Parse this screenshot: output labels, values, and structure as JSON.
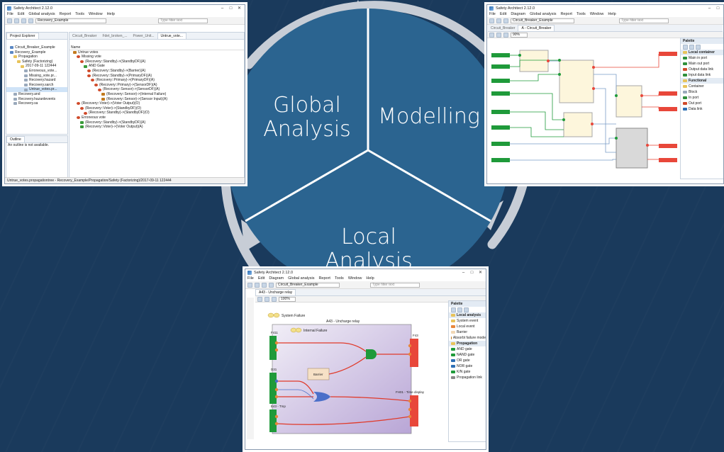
{
  "cycle": {
    "labels": {
      "global": [
        "Global",
        "Analysis"
      ],
      "modelling": "Modelling",
      "local": "Local Analysis"
    },
    "colors": {
      "background": "#1a3a5c",
      "circle": "#2b6490",
      "arrows": "#c7cdd6",
      "dividers": "#ffffff"
    }
  },
  "win1": {
    "title": "Safety Architect 2.12.0",
    "menu": [
      "File",
      "Edit",
      "Global analysis",
      "Report",
      "Tools",
      "Window",
      "Help"
    ],
    "project_field": "Recovery_Example",
    "search_placeholder": "Type filter text",
    "left_tab": "Project Explorer",
    "editor_tabs": [
      "Circuit_Breaker",
      "Fdet_broken_...",
      "Power_Unit...",
      "Untrue_vote..."
    ],
    "explorer": [
      "Circuit_Breaker_Example",
      "Recovery_Example",
      "Propagation",
      "Safety (Factorizing)",
      "2017-09-11 122444",
      "Erroneous_vote...",
      "Missing_vote.pr...",
      "Recovery.hazard",
      "Recovery.sarch",
      "Untrue_votes.pr...",
      "Recovery.and",
      "Recovery.hazardevents",
      "Recovery.sa"
    ],
    "outline_tab": "Outline",
    "outline_msg": "An outline is not available.",
    "tree_header": "Name",
    "tree": [
      "Untrue votes",
      "Missing vote",
      "(Recovery::Standby)->(StandbyDF)(A)",
      "AND Gate",
      "(Recovery::Standby)->(Barrier)(A)",
      "(Recovery::Standby)->(PrimaryDF)(A)",
      "(Recovery::Primary)->(PrimaryDF)(A)",
      "(Recovery::Primary)->(SensorDF)(A)",
      "(Recovery::Sensor)->(SensorDF)(A)",
      "(Recovery::Sensor)->(Internal Failure)",
      "(Recovery::Sensor)->(Sensor Input)(A)",
      "(Recovery::Voter)->(Voter Output)(O)",
      "(Recovery::Voter)->(StandbyDF)(O)",
      "(Recovery::Standby)->(StandbyDF)(O)",
      "Erroneous vote",
      "(Recovery::Standby)->(StandbyDF)(A)",
      "(Recovery::Voter)->(Voter Output)(A)"
    ],
    "status": "Untrue_votes.propagationtree - Recovery_Example/Propagation/Safety (Factorizing)/2017-09-11 122444"
  },
  "win2": {
    "title": "Safety Architect 2.12.0",
    "menu": [
      "File",
      "Edit",
      "Diagram",
      "Global analysis",
      "Report",
      "Tools",
      "Window",
      "Help"
    ],
    "project_field": "Circuit_Breaker_Example",
    "search_placeholder": "Type filter text",
    "tabs": [
      "Circuit_Breaker",
      "A - Circuit_Breaker"
    ],
    "zoom": "90%",
    "palette_title": "Palette",
    "palette": [
      {
        "label": "Local container",
        "head": true,
        "color": "#e8c35a"
      },
      {
        "label": "Main in port",
        "head": false,
        "color": "#2f8f3a"
      },
      {
        "label": "Main out port",
        "head": false,
        "color": "#2f8f3a"
      },
      {
        "label": "Output data link",
        "head": false,
        "color": "#d04a2a"
      },
      {
        "label": "Input data link",
        "head": false,
        "color": "#2f8f3a"
      },
      {
        "label": "Functional",
        "head": true,
        "color": "#e8c35a"
      },
      {
        "label": "Container",
        "head": false,
        "color": "#e8c35a"
      },
      {
        "label": "Block",
        "head": false,
        "color": "#9aa9bb"
      },
      {
        "label": "In port",
        "head": false,
        "color": "#2f8f3a"
      },
      {
        "label": "Out port",
        "head": false,
        "color": "#d04a2a"
      },
      {
        "label": "Data link",
        "head": false,
        "color": "#2c6fb5"
      }
    ]
  },
  "win3": {
    "title": "Safety Architect 2.12.0",
    "menu": [
      "File",
      "Edit",
      "Diagram",
      "Global analysis",
      "Report",
      "Tools",
      "Window",
      "Help"
    ],
    "project_field": "Circuit_Breaker_Example",
    "search_placeholder": "Type filter text",
    "tab": "A43 - Uncharge relay",
    "zoom": "100%",
    "diagram": {
      "system_failure": "System Failure",
      "container_title": "A43 - Uncharge relay",
      "internal_failure": "Internal Failure",
      "barrier": "Barrier",
      "ports_left": [
        "F411",
        "D31",
        "E43 - Tmp"
      ],
      "ports_right": [
        "F43",
        "FH01 - Time display"
      ]
    },
    "palette_title": "Palette",
    "palette": [
      {
        "label": "Local analysis",
        "head": true,
        "color": "#e8c35a"
      },
      {
        "label": "System event",
        "head": false,
        "color": "#e8c35a"
      },
      {
        "label": "Local event",
        "head": false,
        "color": "#e8863a"
      },
      {
        "label": "Barrier",
        "head": false,
        "color": "#f1d7b5"
      },
      {
        "label": "Absorbt failure mode",
        "head": false,
        "color": "#c27a1e"
      },
      {
        "label": "Propagation",
        "head": true,
        "color": "#e8c35a"
      },
      {
        "label": "AND gate",
        "head": false,
        "color": "#1f9a3a"
      },
      {
        "label": "NAND gate",
        "head": false,
        "color": "#1f9a3a"
      },
      {
        "label": "OR gate",
        "head": false,
        "color": "#2c6fb5"
      },
      {
        "label": "NOR gate",
        "head": false,
        "color": "#2c6fb5"
      },
      {
        "label": "K/N gate",
        "head": false,
        "color": "#1f9a3a"
      },
      {
        "label": "Propagation link",
        "head": false,
        "color": "#888888"
      }
    ]
  }
}
